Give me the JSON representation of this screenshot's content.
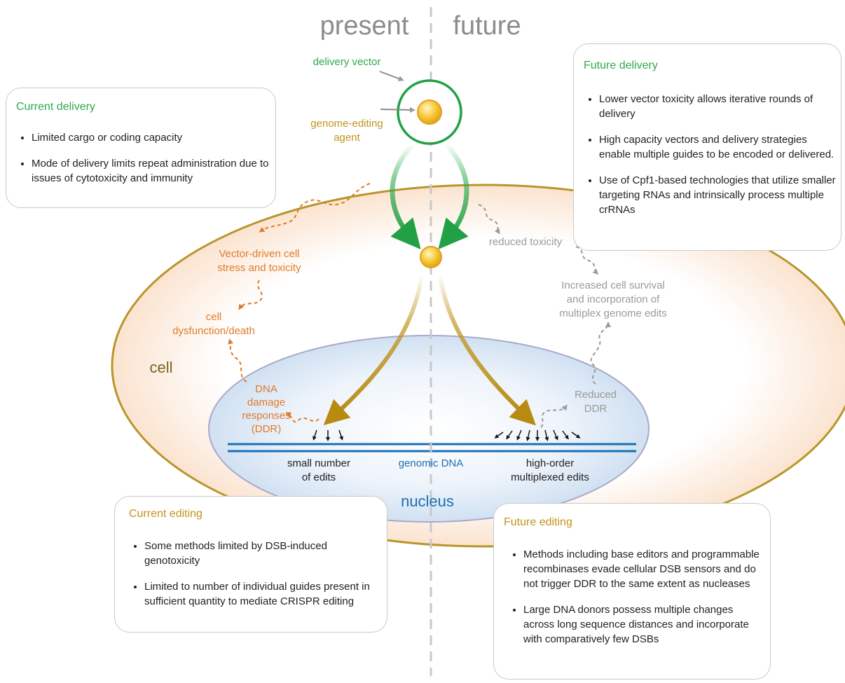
{
  "header": {
    "present": "present",
    "future": "future"
  },
  "colors": {
    "green": "#2eaa4e",
    "gold": "#c0941d",
    "orange": "#e07b2a",
    "gray": "#9a9a9a",
    "blue": "#1a6fb4",
    "cell_border": "#b8962b"
  },
  "labels": {
    "delivery_vector": "delivery vector",
    "genome_editing_agent_1": "genome-editing",
    "genome_editing_agent_2": "agent",
    "vector_stress_1": "Vector-driven cell",
    "vector_stress_2": "stress and toxicity",
    "cell_dysfunction_1": "cell",
    "cell_dysfunction_2": "dysfunction/death",
    "ddr_1": "DNA",
    "ddr_2": "damage",
    "ddr_3": "responses",
    "ddr_4": "(DDR)",
    "reduced_toxicity": "reduced toxicity",
    "survival_1": "Increased cell survival",
    "survival_2": "and incorporation of",
    "survival_3": "multiplex genome edits",
    "reduced_ddr_1": "Reduced",
    "reduced_ddr_2": "DDR",
    "cell": "cell",
    "nucleus": "nucleus",
    "genomic_dna": "genomic DNA",
    "small_edits_1": "small number",
    "small_edits_2": "of edits",
    "high_order_1": "high-order",
    "high_order_2": "multiplexed edits"
  },
  "current_delivery": {
    "title": "Current delivery",
    "items": [
      "Limited cargo  or coding capacity",
      "Mode of delivery limits repeat administration due to issues of cytotoxicity and immunity"
    ]
  },
  "future_delivery": {
    "title": "Future delivery",
    "items": [
      "Lower vector toxicity allows iterative rounds of delivery",
      "High capacity vectors and delivery strategies enable multiple guides to be encoded or delivered.",
      "Use of Cpf1-based technologies that utilize smaller targeting RNAs and intrinsically process multiple crRNAs"
    ]
  },
  "current_editing": {
    "title": "Current editing",
    "items": [
      "Some methods limited by DSB-induced genotoxicity",
      "Limited to number of individual guides present in sufficient quantity to mediate CRISPR editing"
    ]
  },
  "future_editing": {
    "title": "Future editing",
    "items": [
      "Methods including  base editors and programmable recombinases evade cellular DSB sensors and do not trigger DDR to the same extent as nucleases",
      "Large DNA donors possess multiple changes across long sequence distances and incorporate with comparatively few DSBs"
    ]
  }
}
